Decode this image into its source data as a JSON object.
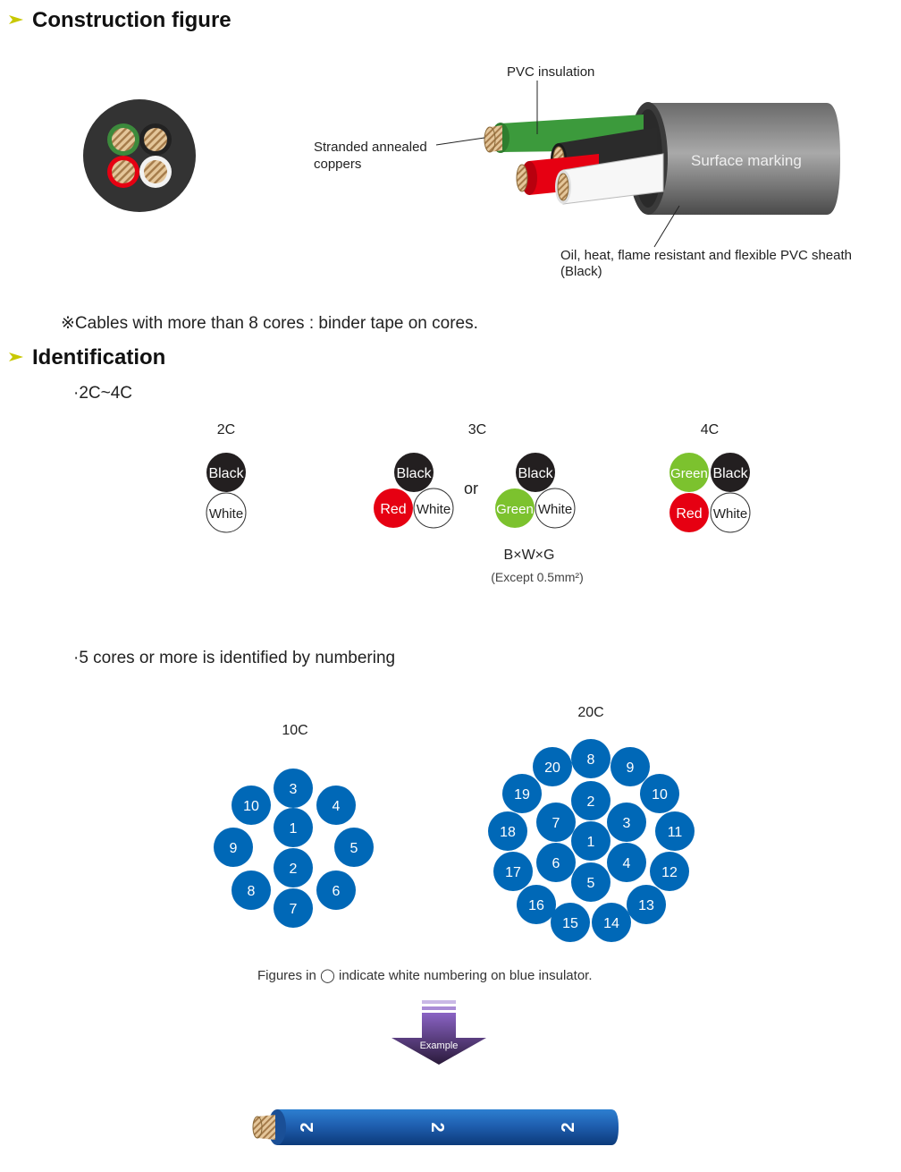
{
  "construction": {
    "heading": "Construction figure",
    "label_insulation": "PVC insulation",
    "label_conductor_line1": "Stranded annealed",
    "label_conductor_line2": "coppers",
    "label_surface": "Surface marking",
    "label_sheath_line1": "Oil, heat, flame resistant and flexible PVC sheath",
    "label_sheath_line2": "(Black)",
    "note": "※Cables with more than 8 cores : binder tape on cores."
  },
  "identification": {
    "heading": "Identification",
    "sub1": "·2C~4C",
    "groups": {
      "c2": {
        "title": "2C",
        "cores": [
          "Black",
          "White"
        ]
      },
      "c3": {
        "title": "3C",
        "cores_a": [
          "Black",
          "Red",
          "White"
        ],
        "or": "or",
        "cores_b": [
          "Black",
          "Green",
          "White"
        ],
        "code": "B×W×G",
        "except": "(Except 0.5mm²)"
      },
      "c4": {
        "title": "4C",
        "cores": [
          "Green",
          "Black",
          "Red",
          "White"
        ]
      }
    },
    "sub2": "·5 cores or more is identified by numbering",
    "c10_title": "10C",
    "c10_numbers": [
      "1",
      "2",
      "3",
      "4",
      "5",
      "6",
      "7",
      "8",
      "9",
      "10"
    ],
    "c20_title": "20C",
    "c20_numbers": [
      "1",
      "2",
      "3",
      "4",
      "5",
      "6",
      "7",
      "8",
      "9",
      "10",
      "11",
      "12",
      "13",
      "14",
      "15",
      "16",
      "17",
      "18",
      "19",
      "20"
    ],
    "figure_note": "Figures in ◯ indicate white numbering on blue insulator.",
    "example_label": "Example",
    "example_marking": "2"
  },
  "colors": {
    "accent": "#c8c800",
    "black_core": "#231f20",
    "red_core": "#e60012",
    "green_core": "#7cc22e",
    "blue_core": "#0068b7",
    "sheath": "#3a3a3a",
    "purple": "#6b3fa0"
  }
}
